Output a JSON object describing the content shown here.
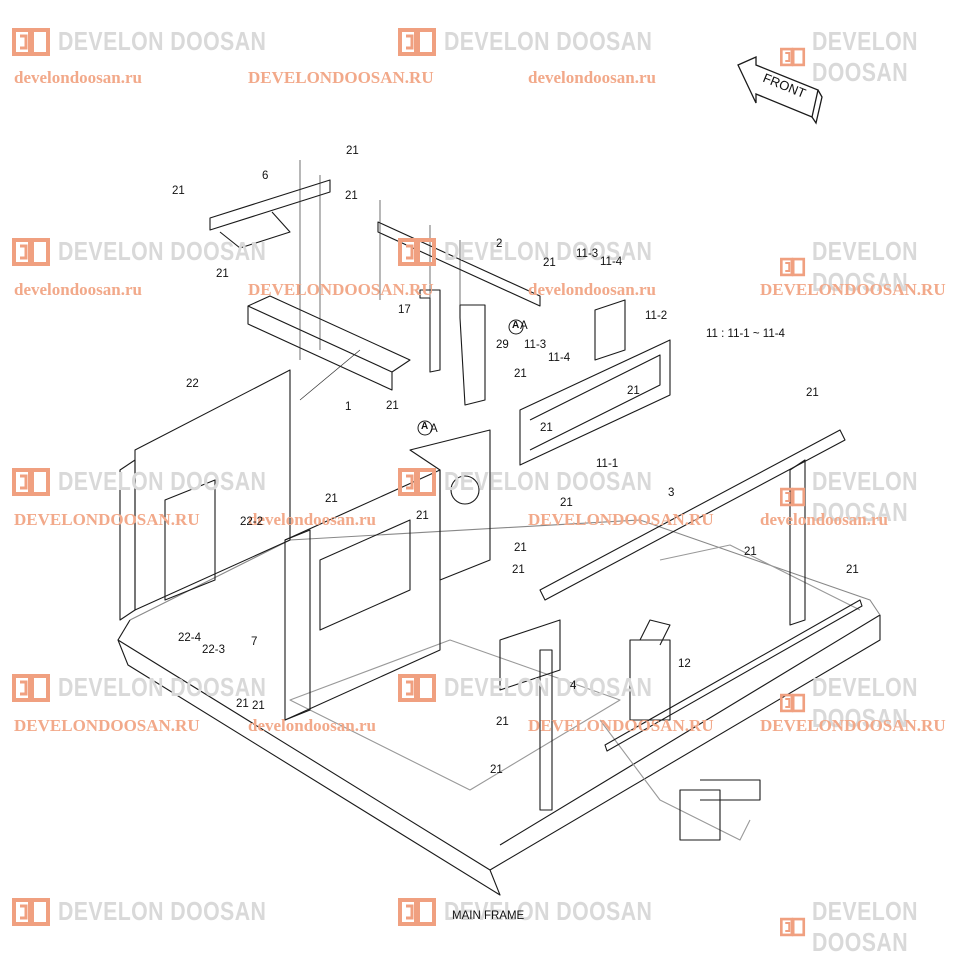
{
  "watermarks": {
    "brand": "DEVELON DOOSAN",
    "urls": [
      "develondoosan.ru",
      "DEVELONDOOSAN.RU",
      "develondoosan.ru",
      "develondoosan.ru",
      "DEVELONDOOSAN.RU",
      "develondoosan.ru",
      "DEVELONDOOSAN.RU",
      "DEVELONDOOSAN.RU",
      "develondoosan.ru",
      "DEVELONDOOSAN.RU",
      "develondoosan.ru",
      "DEVELONDOOSAN.RU",
      "develondoosan.ru",
      "DEVELONDOOSAN.RU",
      "DEVELONDOOSAN.RU"
    ]
  },
  "front_arrow": "FRONT",
  "formula": "11 : 11-1 ~ 11-4",
  "caption": "MAIN FRAME",
  "detail_marker": "A",
  "part_labels": [
    "21",
    "21",
    "6",
    "21",
    "21",
    "21",
    "2",
    "21",
    "11-3",
    "11-4",
    "21",
    "17",
    "A",
    "11-2",
    "11-3",
    "11-4",
    "21",
    "29",
    "21",
    "1",
    "22",
    "21",
    "A",
    "11-1",
    "21",
    "3",
    "21",
    "22-2",
    "21",
    "21",
    "21",
    "21",
    "21",
    "22-4",
    "22-3",
    "7",
    "21",
    "21",
    "4",
    "12",
    "21",
    "21"
  ],
  "colors": {
    "line": "#1a1a1a",
    "watermark_text": "#d9d9d9",
    "watermark_logo": "#f0a080",
    "watermark_url": "#f2a98a"
  }
}
